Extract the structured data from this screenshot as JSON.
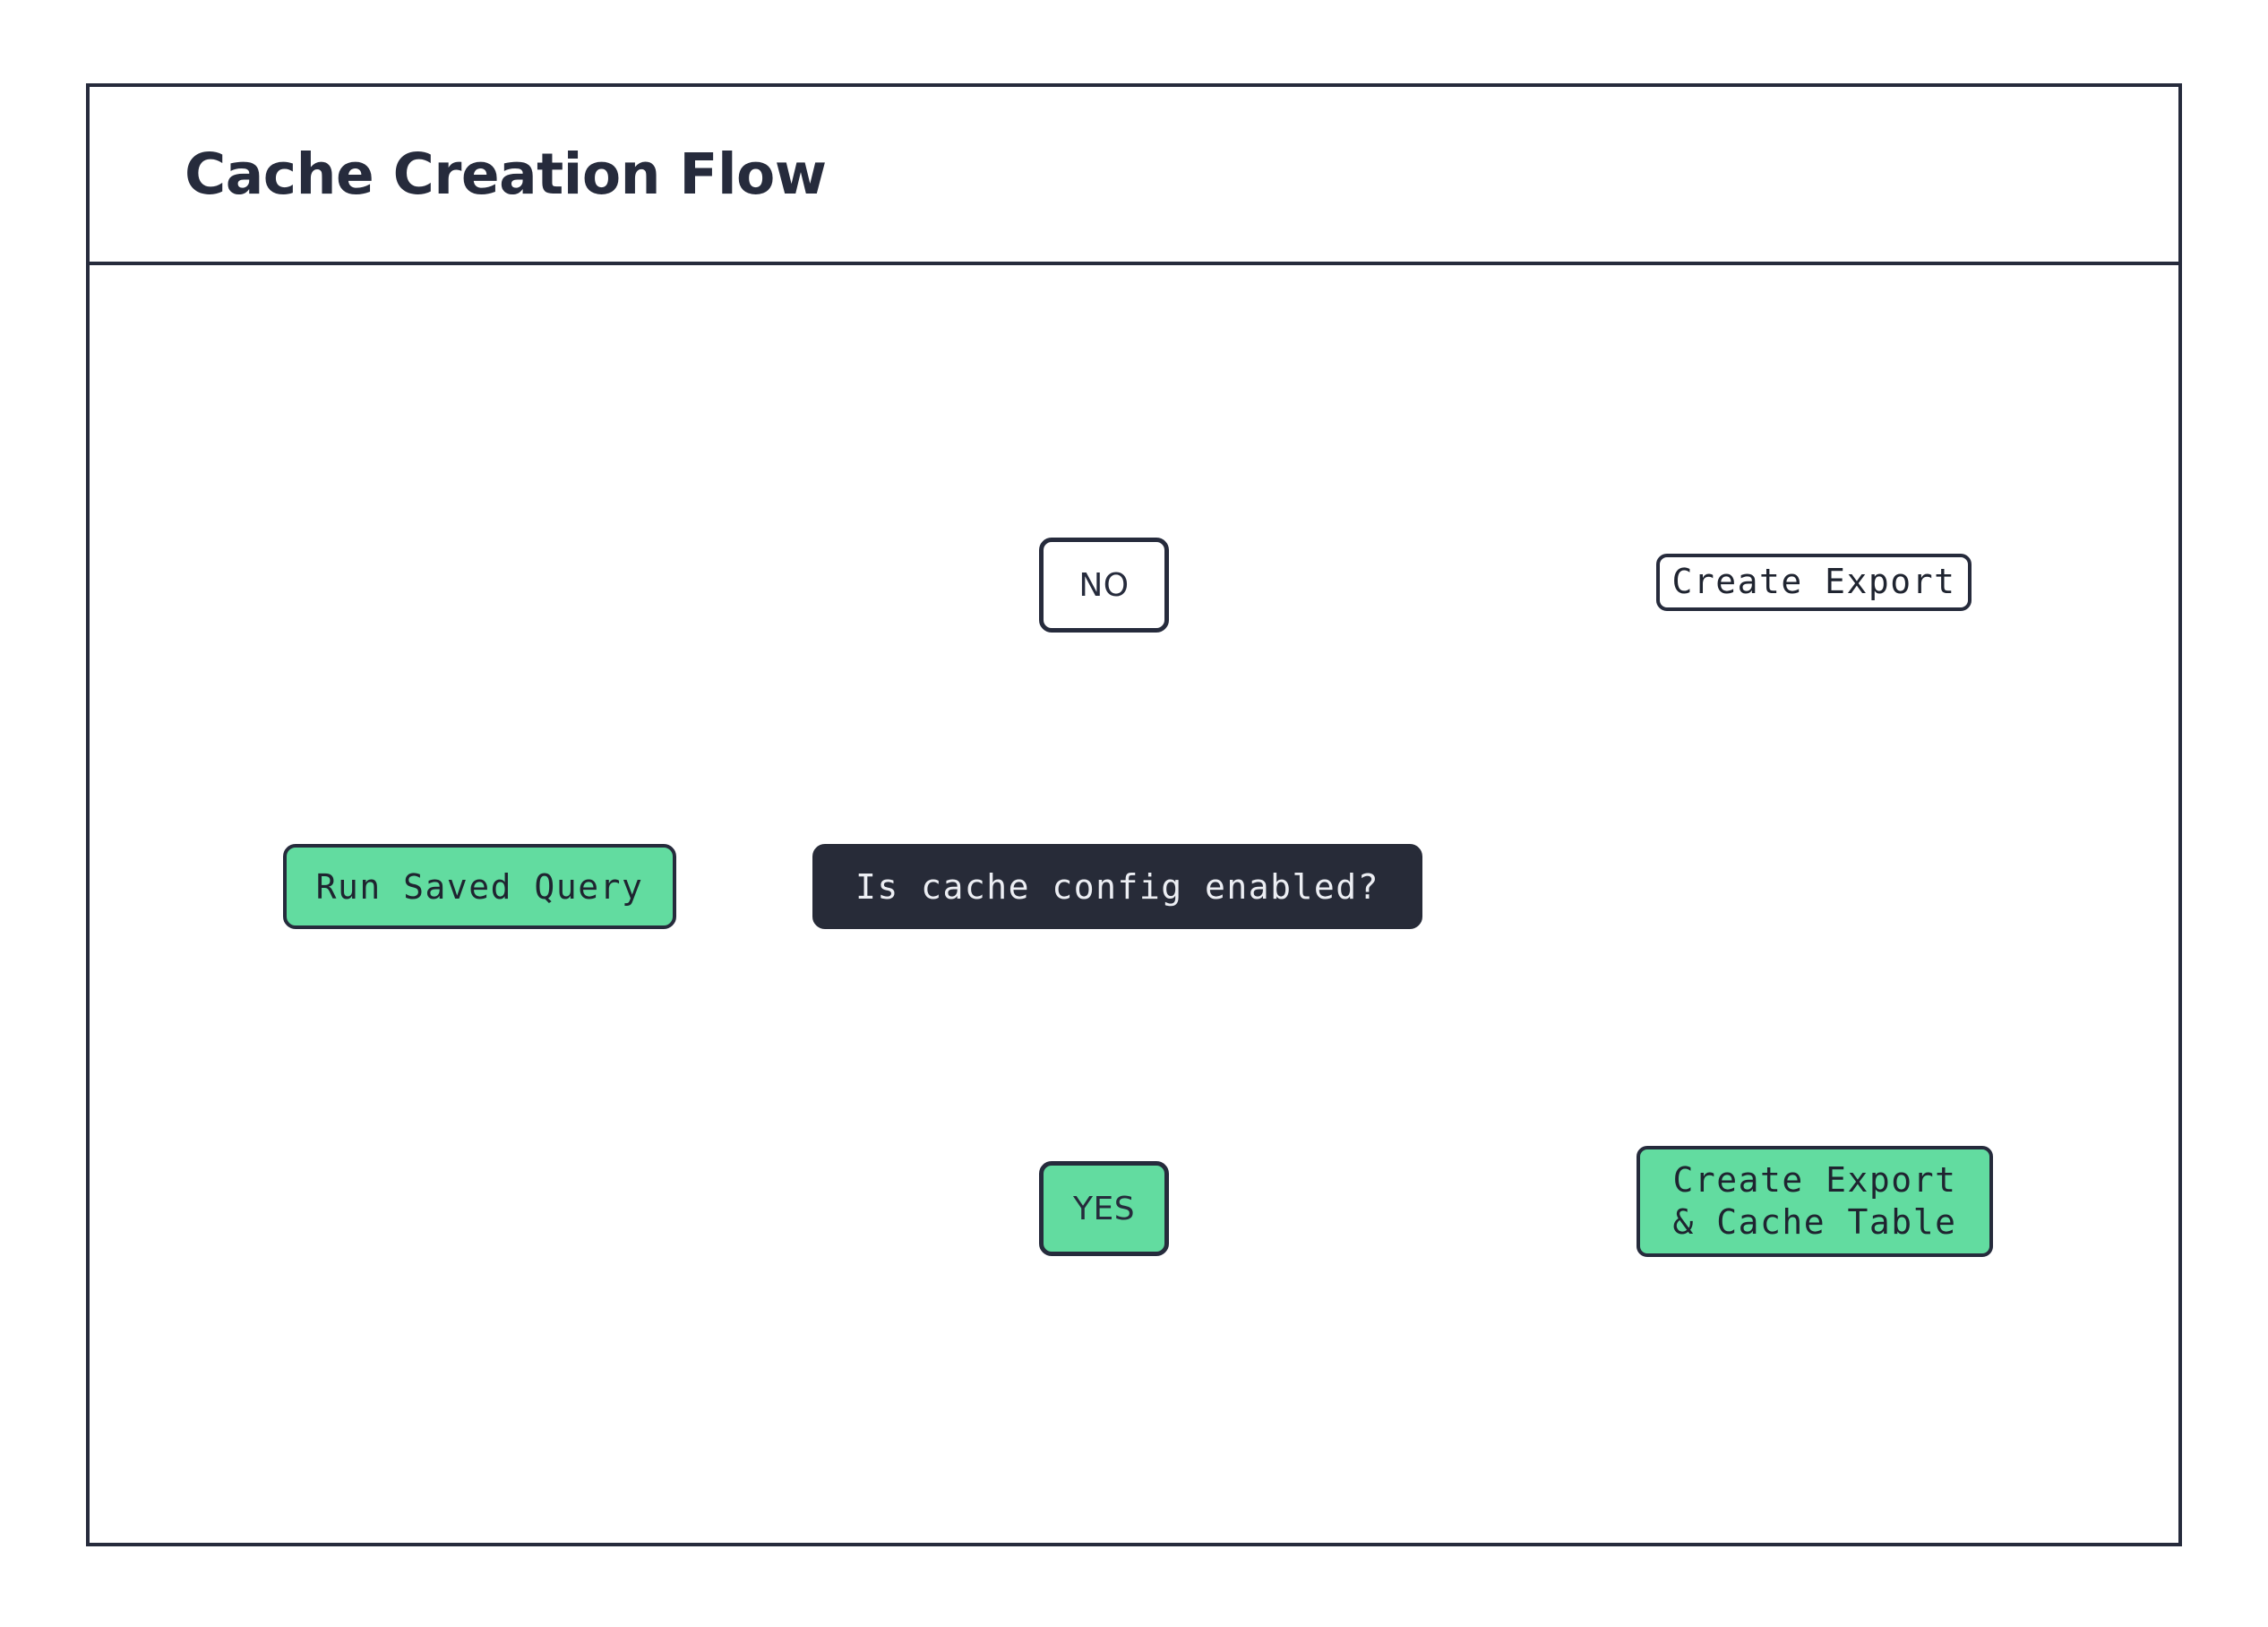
{
  "diagram": {
    "title": "Cache Creation Flow",
    "type": "flowchart",
    "orientation": "left-to-right",
    "colors": {
      "stroke": "#262B3C",
      "decision_fill": "#272B38",
      "decision_text": "#ECEEF3",
      "accent_green": "#62DCA0",
      "plain_fill": "#FFFFFF",
      "canvas": "#FFFFFF"
    },
    "nodes": [
      {
        "id": "run-saved-query",
        "label": "Run Saved Query",
        "shape": "rounded-rect",
        "style": "green"
      },
      {
        "id": "cache-config-decision",
        "label": "Is cache config enabled?",
        "shape": "rounded-rect",
        "style": "dark"
      },
      {
        "id": "create-export-db",
        "label": "Create Export",
        "shape": "database-cylinder",
        "style": "plain"
      },
      {
        "id": "create-export-cache-db",
        "label": "Create Export\n& Cache Table",
        "shape": "database-cylinder",
        "style": "green"
      }
    ],
    "edges": [
      {
        "id": "e-query-decision",
        "from": "run-saved-query",
        "to": "cache-config-decision",
        "label": ""
      },
      {
        "id": "e-decision-no",
        "from": "cache-config-decision",
        "to": "create-export-db",
        "label": "NO",
        "label_style": "plain"
      },
      {
        "id": "e-decision-yes",
        "from": "cache-config-decision",
        "to": "create-export-cache-db",
        "label": "YES",
        "label_style": "green"
      }
    ],
    "edge_labels": {
      "no": "NO",
      "yes": "YES"
    }
  }
}
